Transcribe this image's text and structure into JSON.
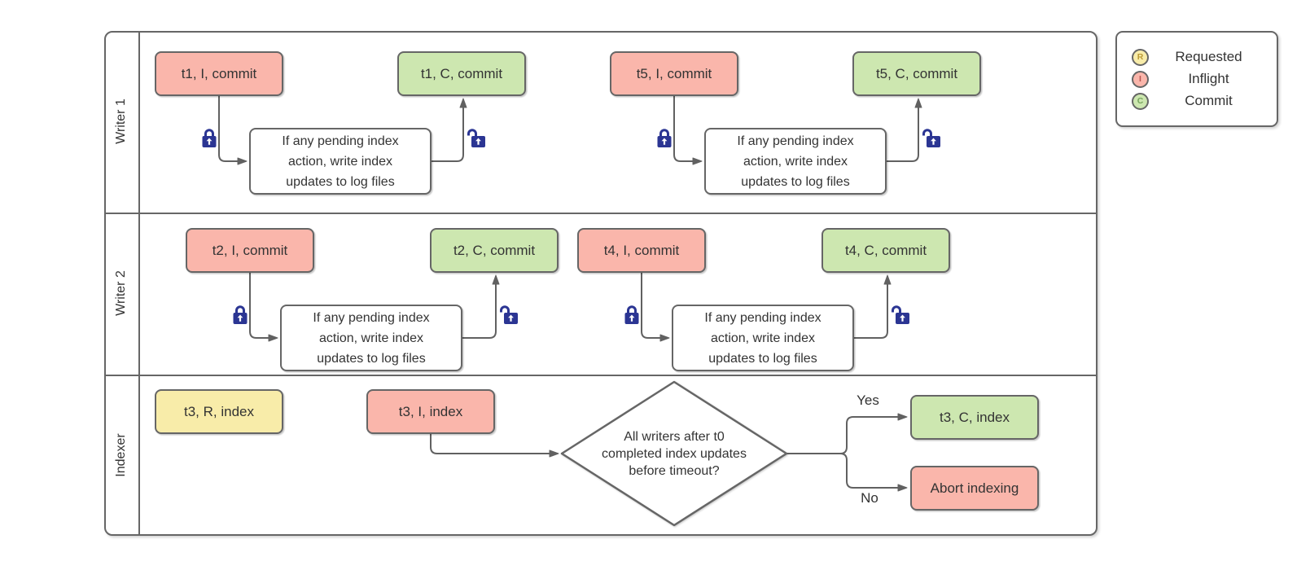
{
  "colors": {
    "inflight_fill": "#fab6ab",
    "commit_fill": "#cde7b0",
    "requested_fill": "#f8eca9",
    "border": "#666666",
    "connector": "#616161",
    "lock": "#2b3593",
    "text": "#333333"
  },
  "lanes": [
    {
      "title": "Writer 1"
    },
    {
      "title": "Writer 2"
    },
    {
      "title": "Indexer"
    }
  ],
  "nodes": {
    "w1_t1_inflight": "t1, I, commit",
    "w1_t1_commit": "t1, C, commit",
    "w1_t5_inflight": "t5, I, commit",
    "w1_t5_commit": "t5, C, commit",
    "w2_t2_inflight": "t2, I, commit",
    "w2_t2_commit": "t2, C, commit",
    "w2_t4_inflight": "t4, I, commit",
    "w2_t4_commit": "t4, C, commit",
    "ix_t3_requested": "t3, R, index",
    "ix_t3_inflight": "t3, I, index",
    "ix_t3_commit": "t3, C, index",
    "ix_abort": "Abort indexing"
  },
  "process": {
    "label": "If any pending index action, write index updates to log files"
  },
  "decision": {
    "lines": [
      "All writers after t0",
      "completed index updates",
      "before timeout?"
    ]
  },
  "branches": {
    "yes": "Yes",
    "no": "No"
  },
  "legend": {
    "items": [
      {
        "letter": "R",
        "label": "Requested"
      },
      {
        "letter": "I",
        "label": "Inflight"
      },
      {
        "letter": "C",
        "label": "Commit"
      }
    ]
  }
}
